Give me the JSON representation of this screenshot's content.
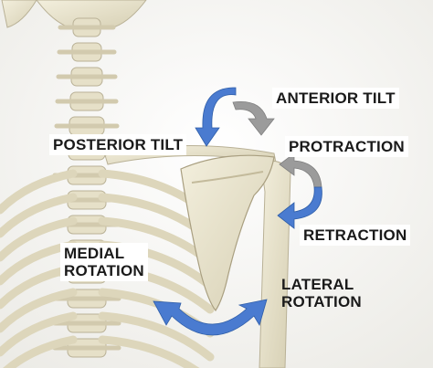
{
  "labels": {
    "anterior_tilt": "ANTERIOR TILT",
    "posterior_tilt": "POSTERIOR TILT",
    "protraction": "PROTRACTION",
    "retraction": "RETRACTION",
    "medial_rotation_line1": "MEDIAL",
    "medial_rotation_line2": "ROTATION",
    "lateral_rotation_line1": "LATERAL",
    "lateral_rotation_line2": "ROTATION"
  },
  "colors": {
    "blue_arrow": "#4a7bd0",
    "grey_arrow": "#9b9b9b",
    "bone": "#e9e4cf",
    "bone_shadow": "#c9c2a6"
  }
}
